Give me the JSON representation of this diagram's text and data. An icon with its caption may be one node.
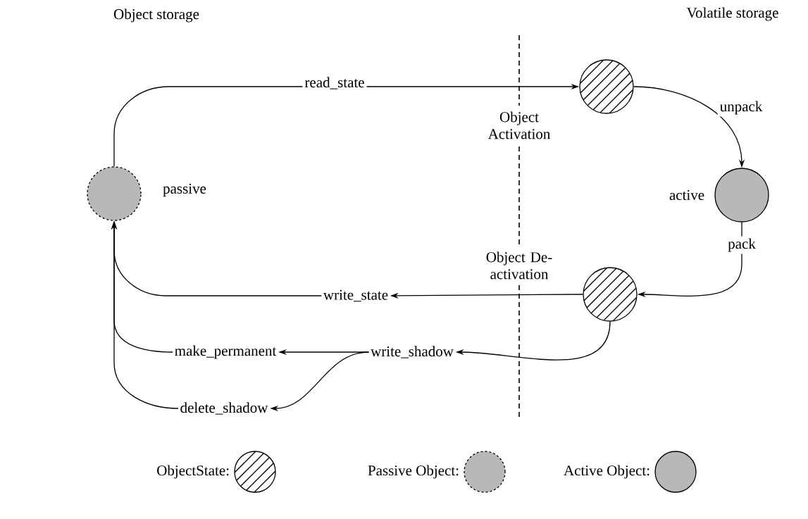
{
  "diagram": {
    "nodes": [
      {
        "text": [],
        "shape": "circle",
        "beside": [
          "passive"
        ]
      },
      {
        "text": [],
        "shape": "circle"
      },
      {
        "text": [],
        "shape": "circle",
        "beside": [
          "active"
        ]
      },
      {
        "text": [],
        "shape": "circle"
      },
      {
        "text": [
          "write_state"
        ]
      },
      {
        "text": [
          "write_shadow"
        ]
      },
      {
        "text": [
          "make_permanent"
        ]
      },
      {
        "text": [
          "delete_shadow"
        ]
      }
    ],
    "edges": [
      {
        "from": 0,
        "to": 1,
        "arrow": "to",
        "label": "read_state"
      },
      {
        "from": 1,
        "to": 2,
        "arrow": "to",
        "label": "unpack"
      },
      {
        "from": 2,
        "to": 3,
        "arrow": "to",
        "label": "pack"
      },
      {
        "from": 3,
        "to": 4,
        "arrow": "to"
      },
      {
        "from": 3,
        "to": 5,
        "arrow": "to"
      },
      {
        "from": 5,
        "to": 6,
        "arrow": "to"
      },
      {
        "from": 5,
        "to": 7,
        "arrow": "to"
      },
      {
        "from": 4,
        "to": 0,
        "arrow": "to"
      },
      {
        "from": 6,
        "to": 0,
        "arrow": "to"
      },
      {
        "from": 7,
        "to": 0,
        "arrow": "to"
      }
    ],
    "labels": [
      "Object storage",
      "Volatile storage",
      "Object Activation",
      "Object De-activation"
    ],
    "legend": [
      {
        "text": "ObjectState:"
      },
      {
        "text": "Passive Object:"
      },
      {
        "text": "Active Object:"
      }
    ]
  }
}
